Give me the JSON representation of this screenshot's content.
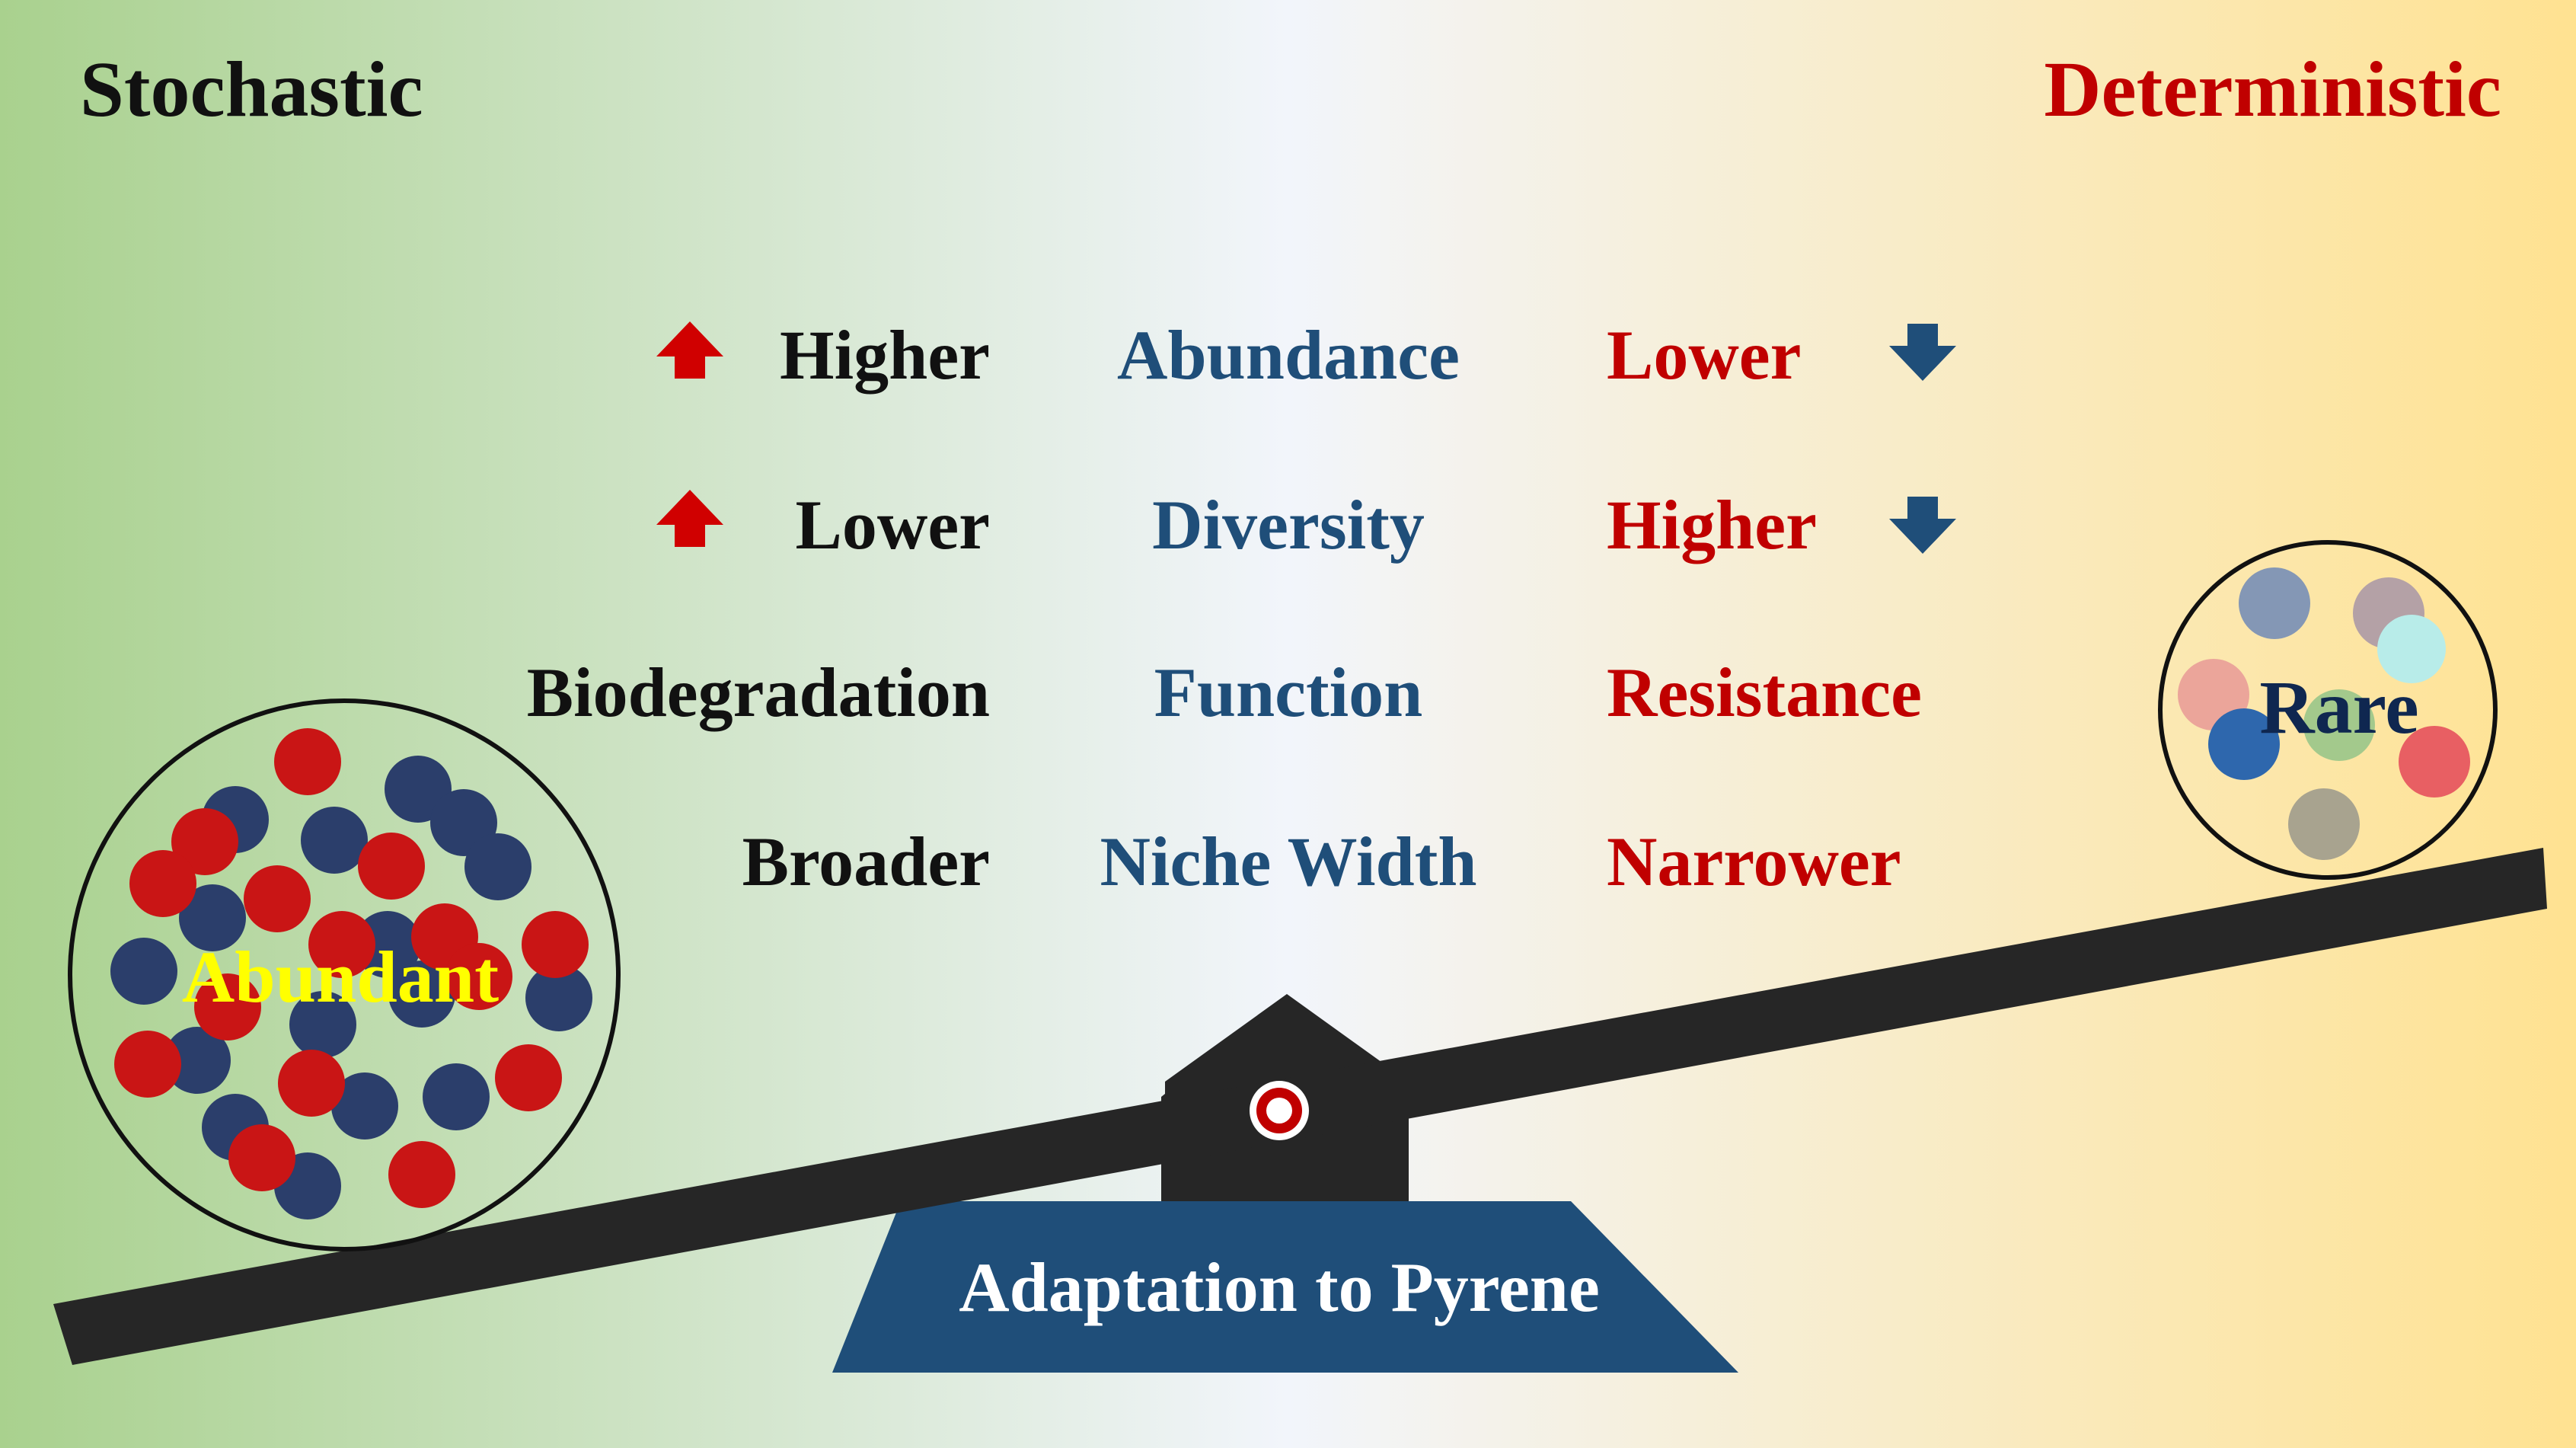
{
  "colors": {
    "bg_left": "#a9d18e",
    "bg_mid": "#f2f5fb",
    "bg_right": "#ffe291",
    "beam": "#262626",
    "base": "#1f4e79",
    "red": "#c00000",
    "blue": "#1f4e79",
    "black": "#111111",
    "yellow": "#ffff00",
    "arrow_red": "#d00000"
  },
  "headers": {
    "left": "Stochastic",
    "right": "Deterministic"
  },
  "rows": [
    {
      "left": "Higher",
      "middle": "Abundance",
      "right": "Lower",
      "left_arrow": "up-arrow-icon",
      "right_arrow": "down-arrow-icon"
    },
    {
      "left": "Lower",
      "middle": "Diversity",
      "right": "Higher",
      "left_arrow": "up-arrow-icon",
      "right_arrow": "down-arrow-icon"
    },
    {
      "left": "Biodegradation",
      "middle": "Function",
      "right": "Resistance"
    },
    {
      "left": "Broader",
      "middle": "Niche Width",
      "right": "Narrower"
    }
  ],
  "groups": {
    "abundant_label": "Abundant",
    "rare_label": "Rare"
  },
  "base_label": "Adaptation to Pyrene"
}
